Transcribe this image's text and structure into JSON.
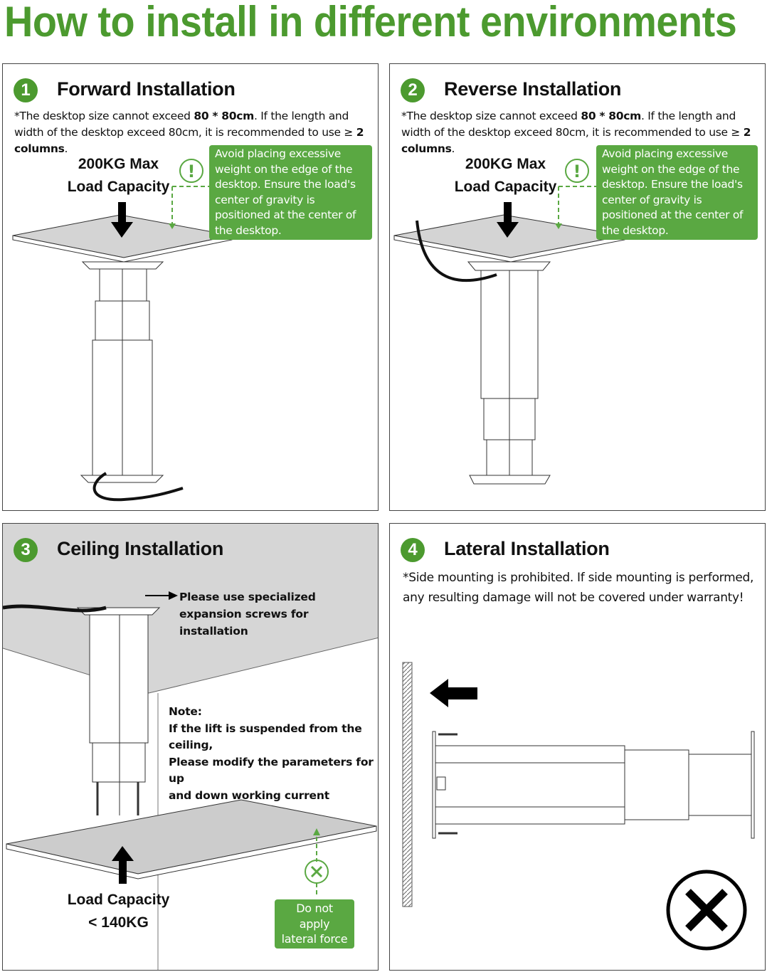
{
  "title": "How to install in different environments",
  "panels": [
    {
      "number": "1",
      "title": "Forward Installation",
      "note_pre": "*The desktop size cannot exceed ",
      "note_b1": "80 * 80cm",
      "note_mid": ".  If the length and width of the desktop exceed 80cm, it is recommended to use ≥ ",
      "note_b2": "2 columns",
      "note_end": ".",
      "load_line1": "200KG Max",
      "load_line2": "Load Capacity",
      "warning": "Avoid placing excessive weight on the edge of the desktop. Ensure the load's center of gravity is positioned at the center of the desktop."
    },
    {
      "number": "2",
      "title": "Reverse Installation",
      "note_pre": "*The desktop size cannot exceed ",
      "note_b1": "80 * 80cm",
      "note_mid": ".  If the length and width of the desktop exceed 80cm, it is recommended to use ≥ ",
      "note_b2": "2 columns",
      "note_end": ".",
      "load_line1": "200KG Max",
      "load_line2": "Load Capacity",
      "warning": "Avoid placing excessive weight on the edge of the desktop. Ensure the load's center of gravity is positioned at the center of the desktop."
    },
    {
      "number": "3",
      "title": "Ceiling Installation",
      "screw_note_1": "Please use specialized",
      "screw_note_2": "expansion screws for installation",
      "note_head": "Note:",
      "note_1": "If the lift is suspended from the ceiling,",
      "note_2": "Please modify the parameters for up",
      "note_3": "and down working current",
      "load_line1": "Load Capacity",
      "load_line2": "< 140KG",
      "warning": "Do not apply lateral force"
    },
    {
      "number": "4",
      "title": "Lateral Installation",
      "note_1": "*Side mounting is prohibited. If side mounting is performed,",
      "note_2": "any resulting damage will not be covered under warranty!"
    }
  ],
  "colors": {
    "green": "#4c9a2f",
    "box": "#5aa842"
  }
}
